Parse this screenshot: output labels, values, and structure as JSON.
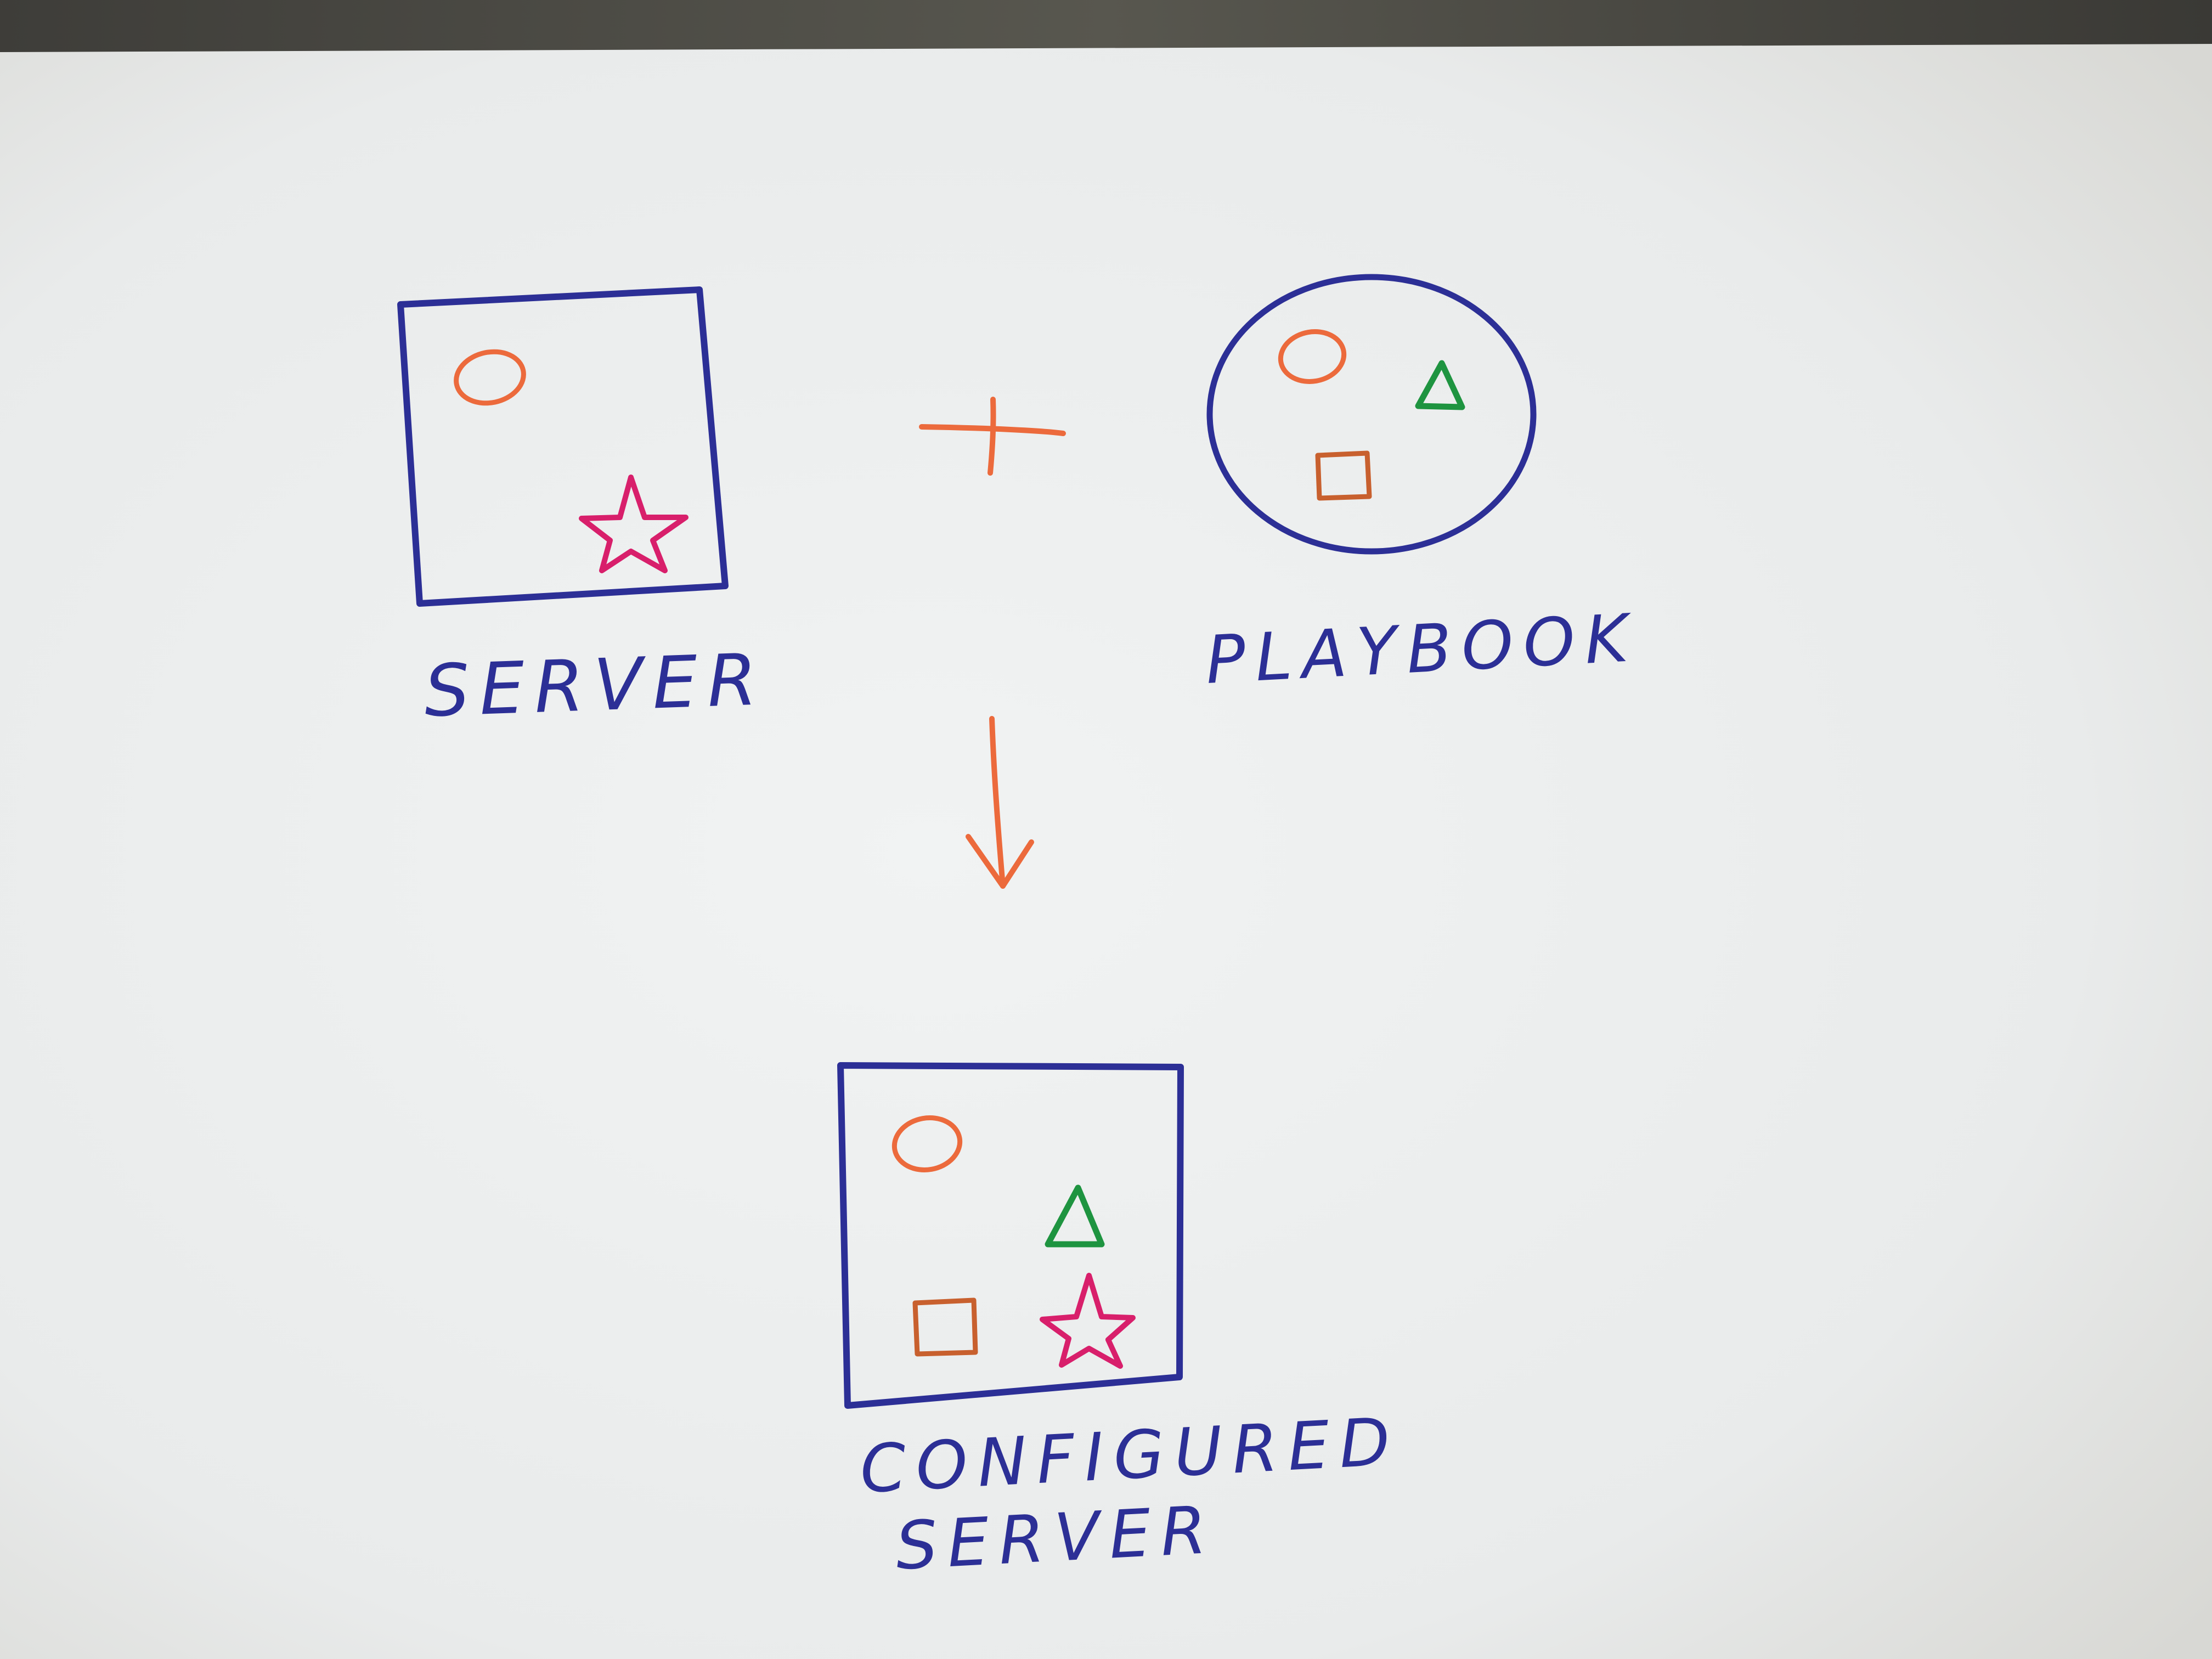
{
  "labels": {
    "server": "SERVER",
    "playbook": "PLAYBOOK",
    "configured_line1": "CONFIGURED",
    "configured_line2": "SERVER"
  },
  "colors": {
    "ink_blue": "#2c2f96",
    "ink_orange": "#ec6a3c",
    "ink_pink": "#d81f6b",
    "ink_green": "#1e9440",
    "ink_brown": "#c8602e",
    "paper": "#eef0f0"
  },
  "operators": {
    "plus": "plus",
    "arrow": "down-arrow"
  }
}
